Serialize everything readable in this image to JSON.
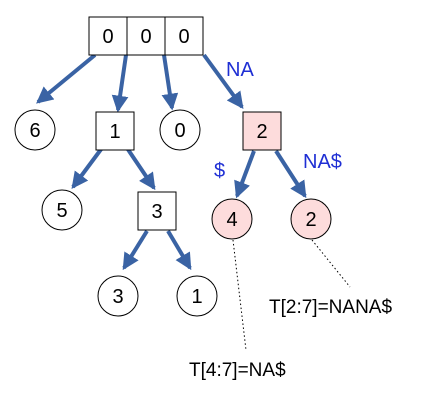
{
  "colors": {
    "edge": "#3a63a4",
    "edge_label": "#1f2fd4",
    "highlight_fill": "#fddcdc",
    "node_stroke": "#000000",
    "background": "#ffffff"
  },
  "root": {
    "cells": [
      "0",
      "0",
      "0"
    ]
  },
  "level1": {
    "leaf_left": "6",
    "internal_mid": "1",
    "leaf_right": "0",
    "internal_highlight": "2"
  },
  "level2": {
    "leaf_five": "5",
    "internal_three": "3",
    "leaf_four": "4",
    "leaf_two": "2"
  },
  "level3": {
    "leaf_three": "3",
    "leaf_one": "1"
  },
  "edge_labels": {
    "root_to_two": "NA",
    "two_to_four": "$",
    "two_to_two": "NA$"
  },
  "annotations": {
    "leaf_two": "T[2:7]=NANA$",
    "leaf_four": "T[4:7]=NA$"
  }
}
